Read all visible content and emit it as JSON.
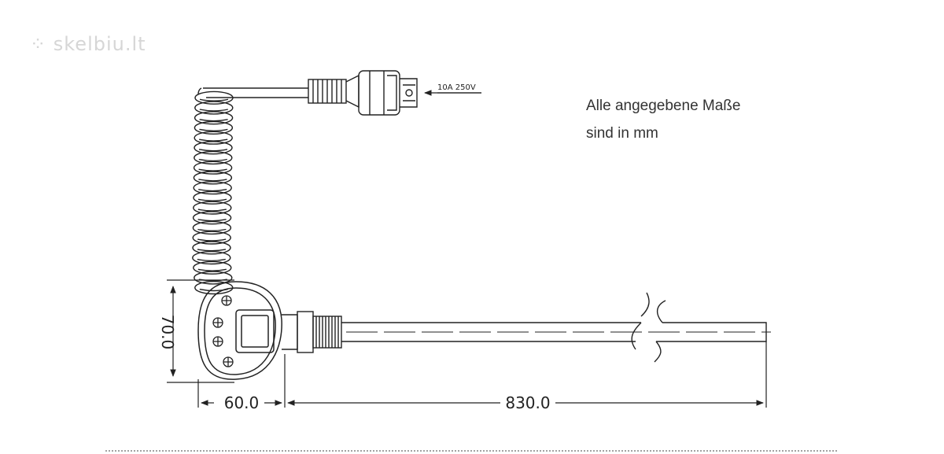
{
  "watermark": {
    "text": "skelbiu.lt",
    "icon": "dots-logo-icon"
  },
  "notes": {
    "line1": "Alle angegebene Maße",
    "line2": "sind in mm"
  },
  "plug_rating": "10A  250V",
  "dimensions": {
    "height": "70.0",
    "width": "60.0",
    "length": "830.0"
  },
  "colors": {
    "line": "#222222",
    "watermark": "#d6d6d6"
  }
}
